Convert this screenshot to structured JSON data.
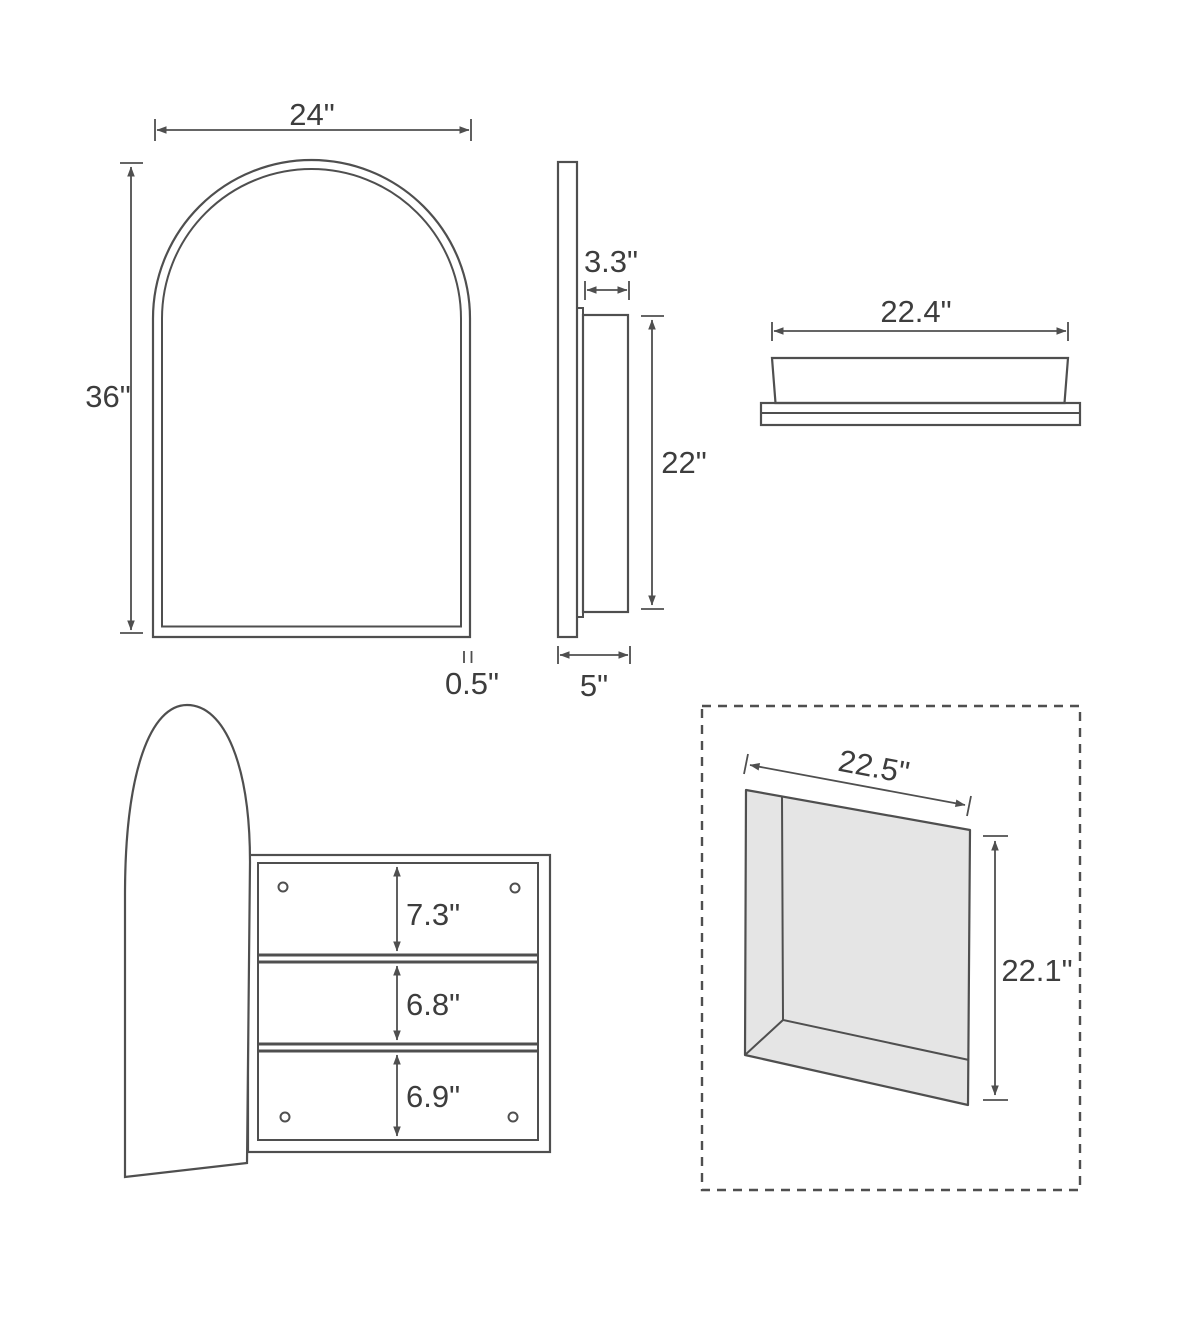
{
  "views": {
    "front": {
      "width": "24\"",
      "height": "36\"",
      "frame_thickness": "0.5\""
    },
    "side": {
      "box_depth": "3.3\"",
      "box_height": "22\"",
      "total_depth": "5\""
    },
    "top": {
      "width": "22.4\""
    },
    "open": {
      "top_compartment": "7.3\"",
      "middle_compartment": "6.8\"",
      "bottom_compartment": "6.9\""
    },
    "recess": {
      "width": "22.5\"",
      "height": "22.1\""
    }
  },
  "colors": {
    "line": "#4f4f4f",
    "text": "#3d3d3d",
    "recess_fill": "#e5e5e5",
    "background": "#ffffff"
  }
}
